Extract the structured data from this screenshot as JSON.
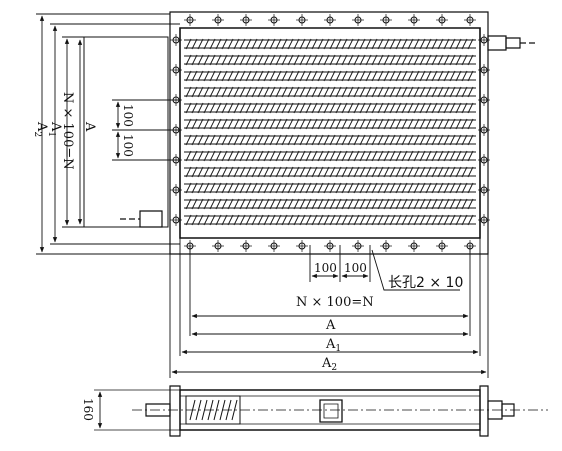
{
  "drawing": {
    "top_view": {
      "dimensions": {
        "pitch_label": "100",
        "count_formula_horizontal": "N × 100=N",
        "count_formula_vertical": "N × 100=N",
        "length_a": "A",
        "length_a1": "A",
        "length_a1_sub": "1",
        "length_a2": "A",
        "length_a2_sub": "2",
        "height_a": "A",
        "height_a1": "A",
        "height_a1_sub": "1",
        "height_a2": "A",
        "height_a2_sub": "2",
        "slot_note": "长孔2 × 10"
      }
    },
    "side_view": {
      "thickness_label": "160"
    }
  }
}
